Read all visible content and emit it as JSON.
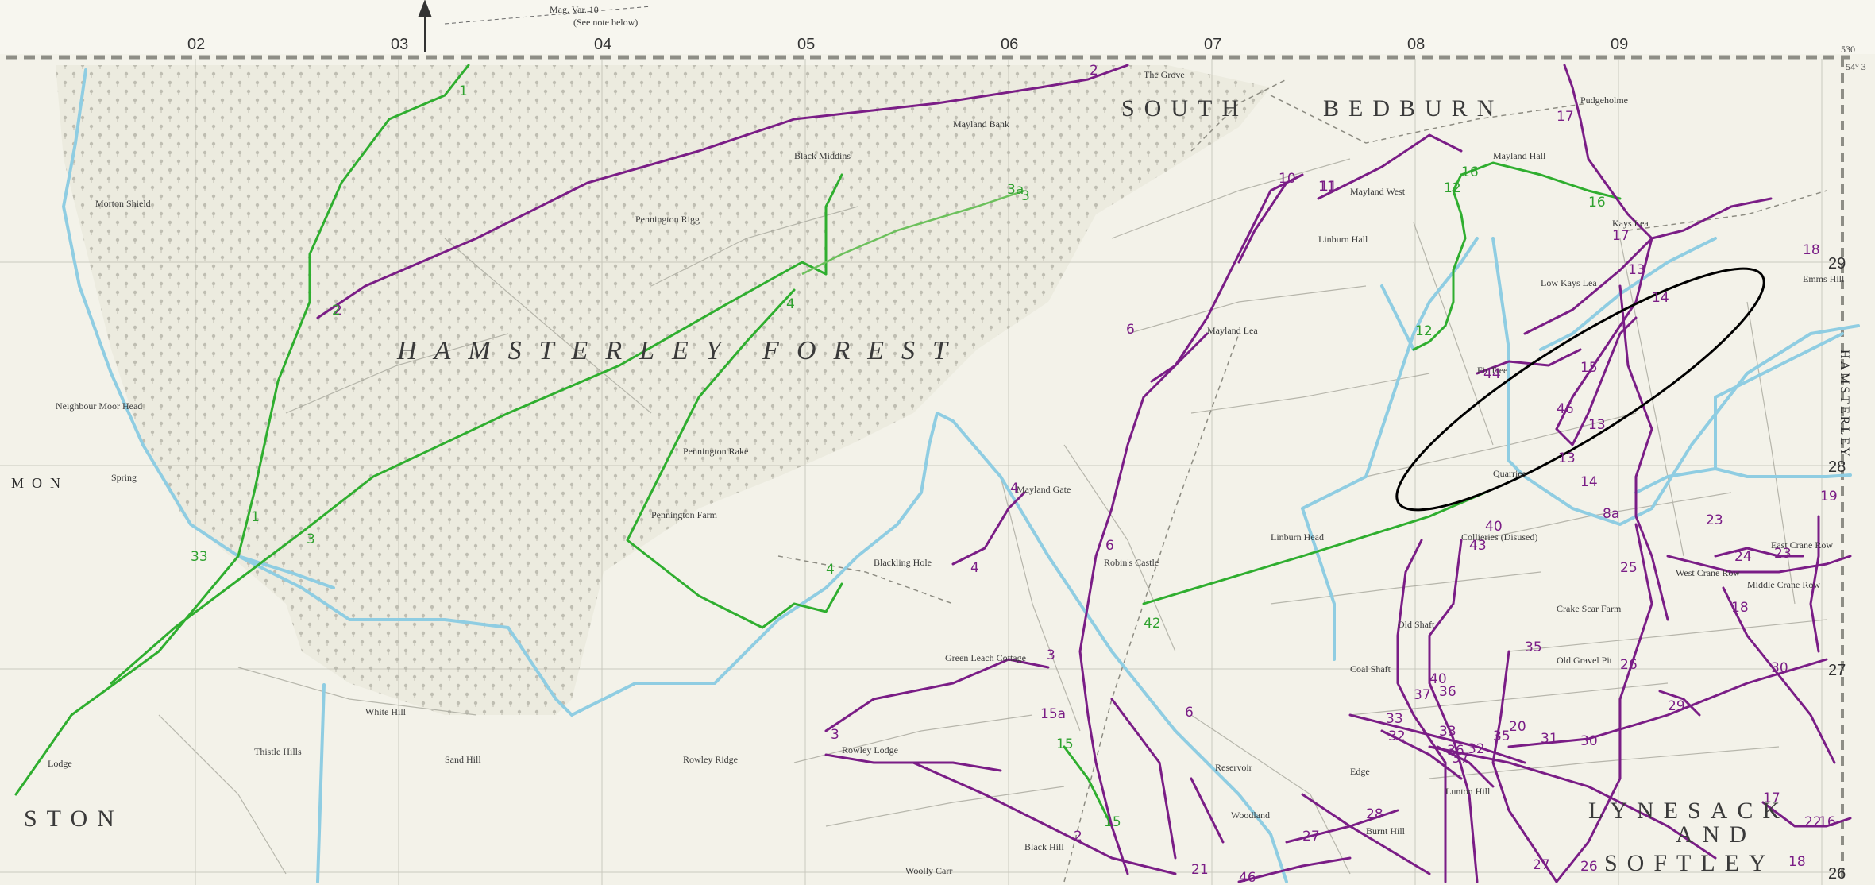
{
  "colors": {
    "paper": "#f1f0e6",
    "forest_fill": "#e8e6da",
    "purple_route": "#7a1d86",
    "green_route": "#2fae2f",
    "light_green_route": "#6cc05c",
    "blue_stream": "#8ccbe0",
    "ellipse": "#000000"
  },
  "header": {
    "mag_var": "Mag. Var. 10",
    "mag_note": "(See note below)"
  },
  "grid": {
    "eastings": [
      "02",
      "03",
      "04",
      "05",
      "06",
      "07",
      "08",
      "09"
    ],
    "northings": [
      "29",
      "28",
      "27",
      "26"
    ],
    "corner_top": "530",
    "corner_lat": "54° 3"
  },
  "regions": {
    "hamsterley_forest": "HAMSTERLEY FOREST",
    "south": "SOUTH",
    "bedburn": "BEDBURN",
    "ston": "STON",
    "lynesack": "LYNESACK",
    "and": "AND",
    "softley": "SOFTLEY",
    "hamsterley_side": "HAMSTERLEY",
    "mon": "MON"
  },
  "places": [
    "The Grove",
    "Black Middins",
    "Mayland Bank",
    "Pennington Rigg",
    "Mayland West",
    "Mayland Hall",
    "Linburn Hall",
    "Mayland Lea",
    "Neighbour Moor Head",
    "Morton Shield",
    "Pennington Rake",
    "Pennington Farm",
    "Blackling Hole",
    "Mayland Gate",
    "Linburn Head",
    "Robin's Castle",
    "Green Leach Cottage",
    "White Hill",
    "Sand Hill",
    "Rowley Ridge",
    "Rowley Lodge",
    "Black Hill",
    "Woodland",
    "Edge",
    "Lunton Hill",
    "Burnt Hill",
    "Crake Scar Farm",
    "East Crane Row",
    "West Crane Row",
    "Middle Crane Row",
    "Emms Hill",
    "Low Kays Lea",
    "Kays Lea",
    "Pudgeholme",
    "Quarries",
    "Old Shaft",
    "Old Gravel Pit",
    "Woolly Carr",
    "Lodge",
    "Thistle Hills",
    "Spring",
    "Collieries (Disused)",
    "Reservoir",
    "Fir Tree",
    "Coal Shaft"
  ],
  "route_labels": {
    "purple": [
      "2",
      "2",
      "2",
      "3",
      "3",
      "4",
      "4",
      "6",
      "6",
      "6",
      "10",
      "11",
      "11",
      "13",
      "13",
      "13",
      "14",
      "14",
      "15",
      "15a",
      "17",
      "17",
      "17",
      "18",
      "18",
      "18",
      "19",
      "20",
      "21",
      "22",
      "23",
      "23",
      "24",
      "25",
      "26",
      "26",
      "27",
      "27",
      "28",
      "29",
      "30",
      "30",
      "31",
      "32",
      "32",
      "33",
      "33",
      "35",
      "35",
      "36",
      "36",
      "37",
      "37",
      "40",
      "40",
      "43",
      "44",
      "46",
      "46",
      "8a",
      "16"
    ],
    "green": [
      "1",
      "1",
      "2",
      "3",
      "3",
      "3a",
      "4",
      "4",
      "12",
      "12",
      "15",
      "15",
      "16",
      "16",
      "33",
      "42"
    ]
  }
}
